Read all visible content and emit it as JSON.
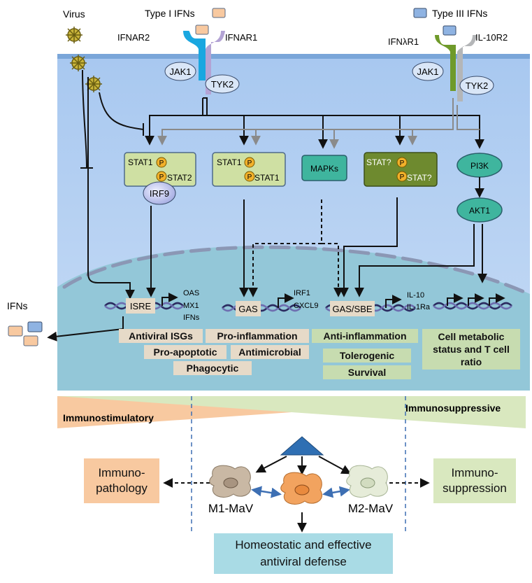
{
  "virus": "Virus",
  "type1": {
    "label": "Type I IFNs",
    "rec_left": "IFNAR2",
    "rec_right": "IFNAR1",
    "jak": "JAK1",
    "tyk": "TYK2"
  },
  "type3": {
    "label": "Type III IFNs",
    "rec_left": "IFNλR1",
    "rec_right": "IL-10R2",
    "jak": "JAK1",
    "tyk": "TYK2"
  },
  "signaling": {
    "stat1": "STAT1",
    "stat2": "STAT2",
    "p": "P",
    "irf9": "IRF9",
    "stat1b_top": "STAT1",
    "stat1b_bot": "STAT1",
    "mapks": "MAPKs",
    "statq_top": "STAT?",
    "statq_bot": "STAT?",
    "pi3k": "PI3K",
    "akt1": "AKT1"
  },
  "promoters": {
    "isre": "ISRE",
    "isre_genes": [
      "OAS",
      "MX1",
      "IFNs"
    ],
    "gas": "GAS",
    "gas_genes": [
      "IRF1",
      "CXCL9"
    ],
    "gas_sbe": "GAS/SBE",
    "gas_sbe_genes": [
      "IL-10",
      "IL-1Ra"
    ]
  },
  "ifns_out": "IFNs",
  "outcomes": {
    "antiviral": "Antiviral ISGs",
    "proinflam": "Pro-inflammation",
    "proapop": "Pro-apoptotic",
    "antimicrobial": "Antimicrobial",
    "phagocytic": "Phagocytic",
    "antiinflam": "Anti-inflammation",
    "tolerogenic": "Tolerogenic",
    "survival": "Survival",
    "metabolic": "Cell metabolic status and T cell ratio"
  },
  "spectrum": {
    "immunostim": "Immunostimulatory",
    "immunosupp": "Immunosuppressive"
  },
  "bottom": {
    "immunopathology": "Immuno-pathology",
    "immunosuppression": "Immuno-suppression",
    "m1": "M1-MaV",
    "m2": "M2-MaV",
    "homeostatic": "Homeostatic and effective antiviral defense"
  },
  "colors": {
    "cell": "#b9d2f3",
    "nucleus": "#93c7d8",
    "stat_light": "#cfe0a3",
    "stat_dark": "#6e8a2f",
    "teal": "#3fb59e",
    "phospho": "#f2b12a",
    "beige": "#e6dac8",
    "green_box": "#c7dcb0",
    "peach": "#f8c9a0",
    "cyan_box": "#a9dbe5",
    "pale_green": "#d9e8bf"
  }
}
